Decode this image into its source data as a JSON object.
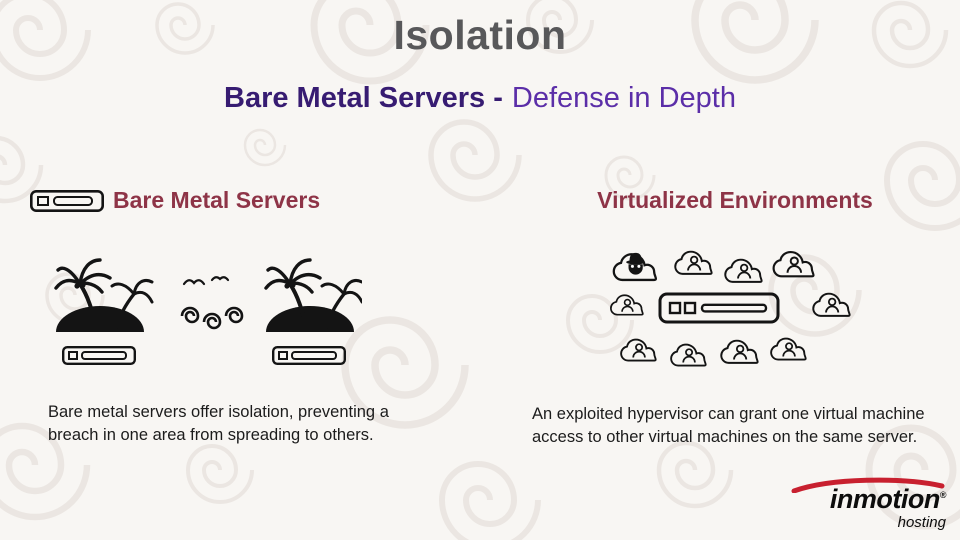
{
  "slide": {
    "title": "Isolation",
    "subtitle_bold": "Bare Metal Servers -",
    "subtitle_regular": "Defense in Depth"
  },
  "sections": {
    "left": {
      "heading": "Bare Metal Servers",
      "body": "Bare metal servers offer isolation, preventing a breach in one area from spreading to others.",
      "icons": [
        "server-icon",
        "palm-island-icon",
        "waves-birds-icon",
        "palm-island-icon",
        "server-icon"
      ]
    },
    "right": {
      "heading": "Virtualized Environments",
      "body": "An exploited hypervisor can grant one virtual machine access to other virtual machines on the same server.",
      "icons": [
        "hacker-cloud-icon",
        "user-cloud-icon",
        "server-icon"
      ]
    }
  },
  "logo": {
    "name": "inmotion",
    "reg": "®",
    "sub": "hosting"
  },
  "colors": {
    "background": "#f8f6f3",
    "swirl": "#e8e3de",
    "title": "#58585a",
    "subtitle_dark": "#371c72",
    "subtitle_light": "#5b2ea8",
    "section_heading": "#8e3447",
    "body": "#1c1c1c",
    "icon_ink": "#141414",
    "logo_red": "#c8202f"
  }
}
